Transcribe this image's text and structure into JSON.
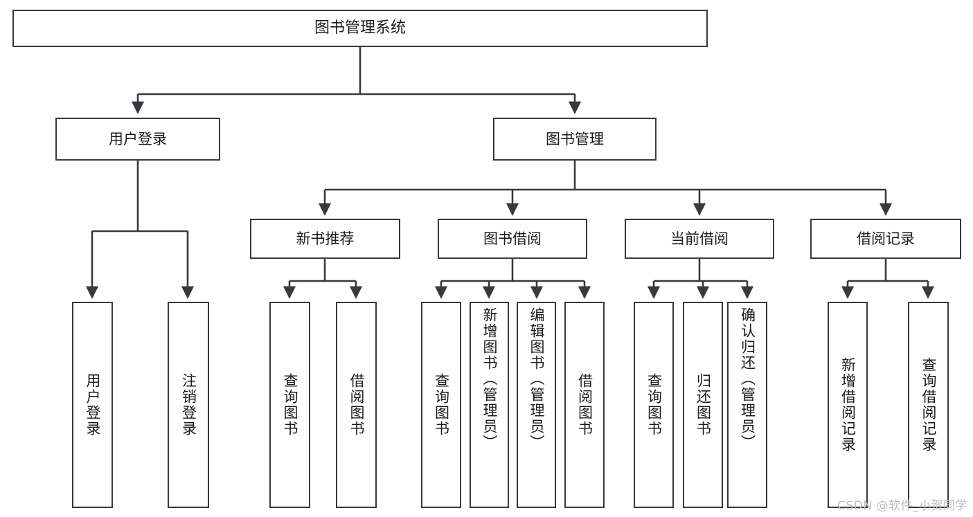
{
  "diagram": {
    "type": "tree-hierarchy-diagram",
    "title": "图书管理系统",
    "watermark": "CSDN @软件_小贺同学",
    "colors": {
      "box_border": "#36393d",
      "connector": "#36393d",
      "background": "#ffffff",
      "text": "#1a1a1a",
      "watermark": "#b9bcc0"
    },
    "levels": 3
  },
  "nodes": {
    "root": {
      "label": "图书管理系统",
      "orientation": "horizontal",
      "level": 0
    },
    "level1": [
      {
        "id": "user-login",
        "label": "用户登录",
        "orientation": "horizontal",
        "level": 1
      },
      {
        "id": "book-management",
        "label": "图书管理",
        "orientation": "horizontal",
        "level": 1
      }
    ],
    "level2": [
      {
        "id": "new-book-recommend",
        "label": "新书推荐",
        "orientation": "horizontal",
        "level": 2,
        "parent": "book-management"
      },
      {
        "id": "book-borrow",
        "label": "图书借阅",
        "orientation": "horizontal",
        "level": 2,
        "parent": "book-management"
      },
      {
        "id": "current-borrow",
        "label": "当前借阅",
        "orientation": "horizontal",
        "level": 2,
        "parent": "book-management"
      },
      {
        "id": "borrow-record",
        "label": "借阅记录",
        "orientation": "horizontal",
        "level": 2,
        "parent": "book-management"
      }
    ],
    "leaves": {
      "user_login": [
        {
          "id": "leaf-user-login",
          "label": "用户登录",
          "orientation": "vertical"
        },
        {
          "id": "leaf-logout-login",
          "label": "注销登录",
          "orientation": "vertical"
        }
      ],
      "new_book_recommend": [
        {
          "id": "leaf-query-book-1",
          "label": "查询图书",
          "orientation": "vertical"
        },
        {
          "id": "leaf-borrow-book-1",
          "label": "借阅图书",
          "orientation": "vertical"
        }
      ],
      "book_borrow": [
        {
          "id": "leaf-query-book-2",
          "label": "查询图书",
          "orientation": "vertical"
        },
        {
          "id": "leaf-add-book",
          "label": "新增图书（管理员）",
          "orientation": "vertical"
        },
        {
          "id": "leaf-edit-book",
          "label": "编辑图书（管理员）",
          "orientation": "vertical"
        },
        {
          "id": "leaf-borrow-book-2",
          "label": "借阅图书",
          "orientation": "vertical"
        }
      ],
      "current_borrow": [
        {
          "id": "leaf-query-book-3",
          "label": "查询图书",
          "orientation": "vertical"
        },
        {
          "id": "leaf-return-book",
          "label": "归还图书",
          "orientation": "vertical"
        },
        {
          "id": "leaf-confirm-return",
          "label": "确认归还（管理员）",
          "orientation": "vertical"
        }
      ],
      "borrow_record": [
        {
          "id": "leaf-add-borrow-record",
          "label": "新增借阅记录",
          "orientation": "vertical"
        },
        {
          "id": "leaf-query-borrow-record",
          "label": "查询借阅记录",
          "orientation": "vertical"
        }
      ]
    }
  }
}
